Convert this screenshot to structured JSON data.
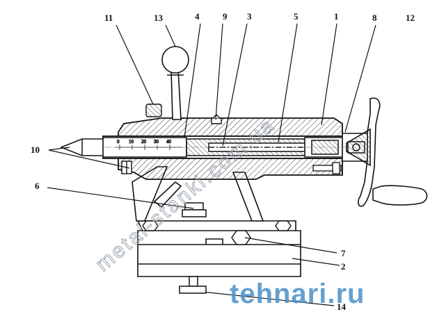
{
  "diagram": {
    "labels": {
      "l1": "1",
      "l2": "2",
      "l3": "3",
      "l4": "4",
      "l5": "5",
      "l6": "6",
      "l7": "7",
      "l8": "8",
      "l9": "9",
      "l10": "10",
      "l11": "11",
      "l12": "12",
      "l13": "13",
      "l14": "14"
    },
    "scale_marks": [
      "0",
      "10",
      "20",
      "30",
      "40"
    ]
  },
  "watermarks": {
    "site": "metal-stanki.com.ua",
    "brand": "tehnari.ru"
  },
  "colors": {
    "ink": "#111111",
    "hatch": "#333333",
    "watermark_site": "#9aa3ad",
    "watermark_brand": "#4a90c8"
  }
}
